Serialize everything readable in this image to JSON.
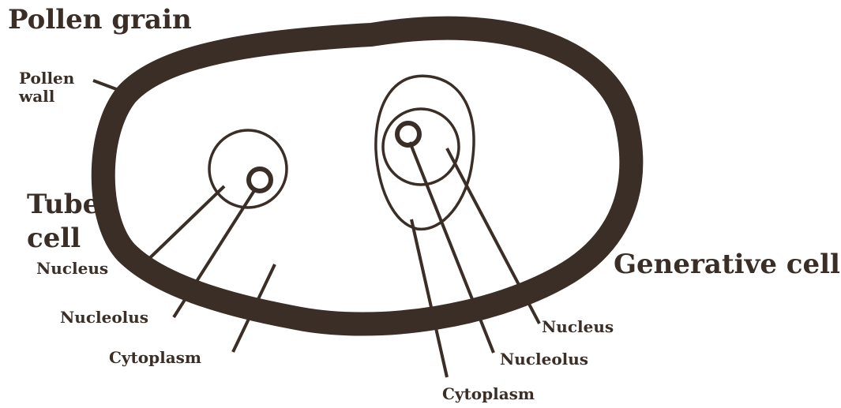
{
  "title": "Pollen grain",
  "labels": {
    "pollen_wall": [
      "Pollen",
      "wall"
    ],
    "tube_cell": [
      "Tube",
      "cell"
    ],
    "generative_cell": "Generative cell",
    "tube_nucleus": "Nucleus",
    "tube_nucleolus": "Nucleolus",
    "tube_cytoplasm": "Cytoplasm",
    "gen_nucleus": "Nucleus",
    "gen_nucleolus": "Nucleolus",
    "gen_cytoplasm": "Cytoplasm"
  },
  "colors": {
    "ink": "#3a2e26",
    "background": "#ffffff"
  }
}
